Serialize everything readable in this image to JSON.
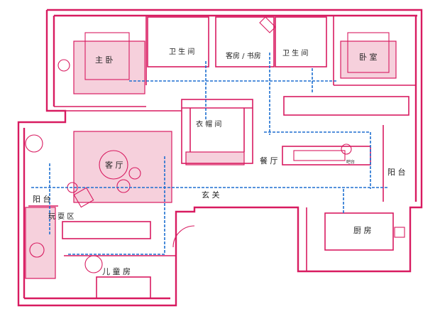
{
  "colors": {
    "wall": "#d81b60",
    "fill": "#f6d0dc",
    "wiring": "#1e6fd0",
    "text": "#222222",
    "background": "#ffffff"
  },
  "rooms": {
    "master_bedroom": "主 卧",
    "bath_left": "卫 生 间",
    "guest_study": "客房 / 书房",
    "bath_right": "卫 生 间",
    "bedroom": "卧 室",
    "closet": "衣 帽 间",
    "living_room": "客 厅",
    "dining_room": "餐 厅",
    "bar": "吧台",
    "balcony_left": "阳 台",
    "balcony_right": "阳 台",
    "entrance": "玄 关",
    "play_area": "玩 耍 区",
    "kitchen": "厨 房",
    "kids_room": "儿 童 房"
  }
}
